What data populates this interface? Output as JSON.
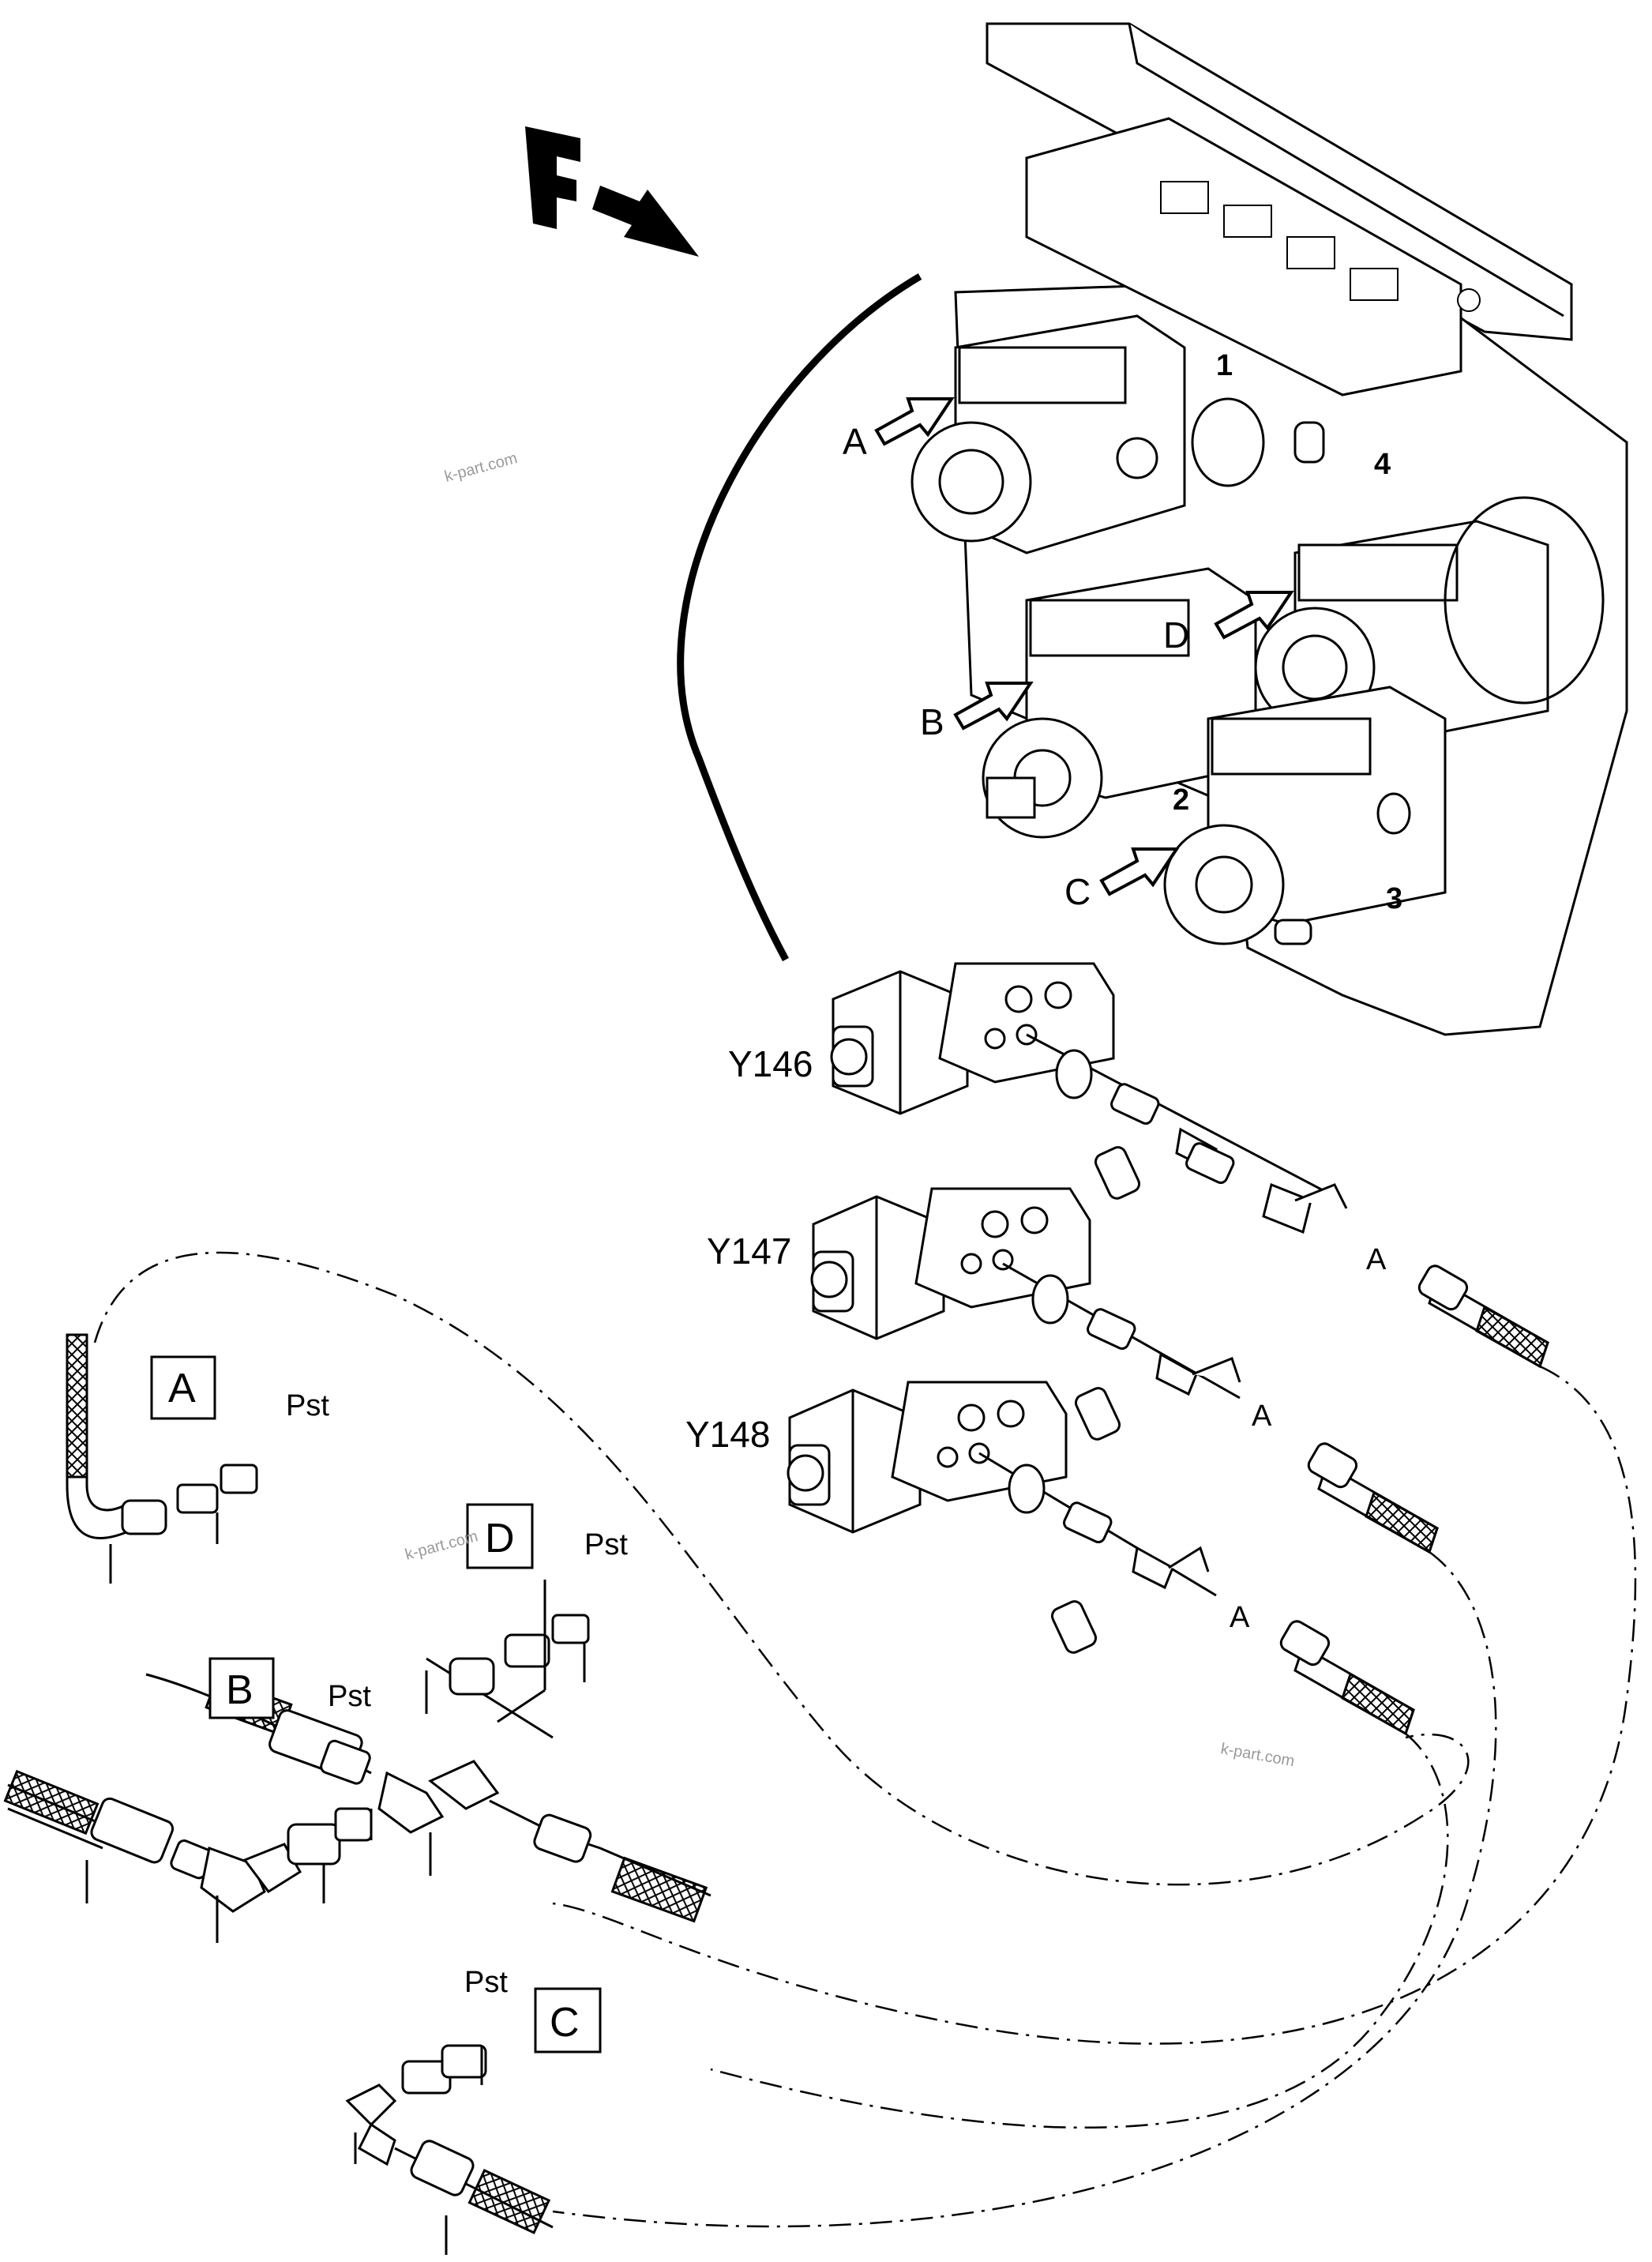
{
  "direction_marker": "F",
  "valves": [
    {
      "id": "Y146"
    },
    {
      "id": "Y147"
    },
    {
      "id": "Y148"
    }
  ],
  "pump_ports": [
    "A",
    "B",
    "C",
    "D"
  ],
  "pump_numbers": [
    "1",
    "2",
    "3",
    "4"
  ],
  "line_end_label": "A",
  "detail_views": [
    {
      "box": "A",
      "port": "Pst"
    },
    {
      "box": "D",
      "port": "Pst"
    },
    {
      "box": "B",
      "port": "Pst"
    },
    {
      "box": "C",
      "port": "Pst"
    }
  ],
  "watermark": "k-part.com"
}
